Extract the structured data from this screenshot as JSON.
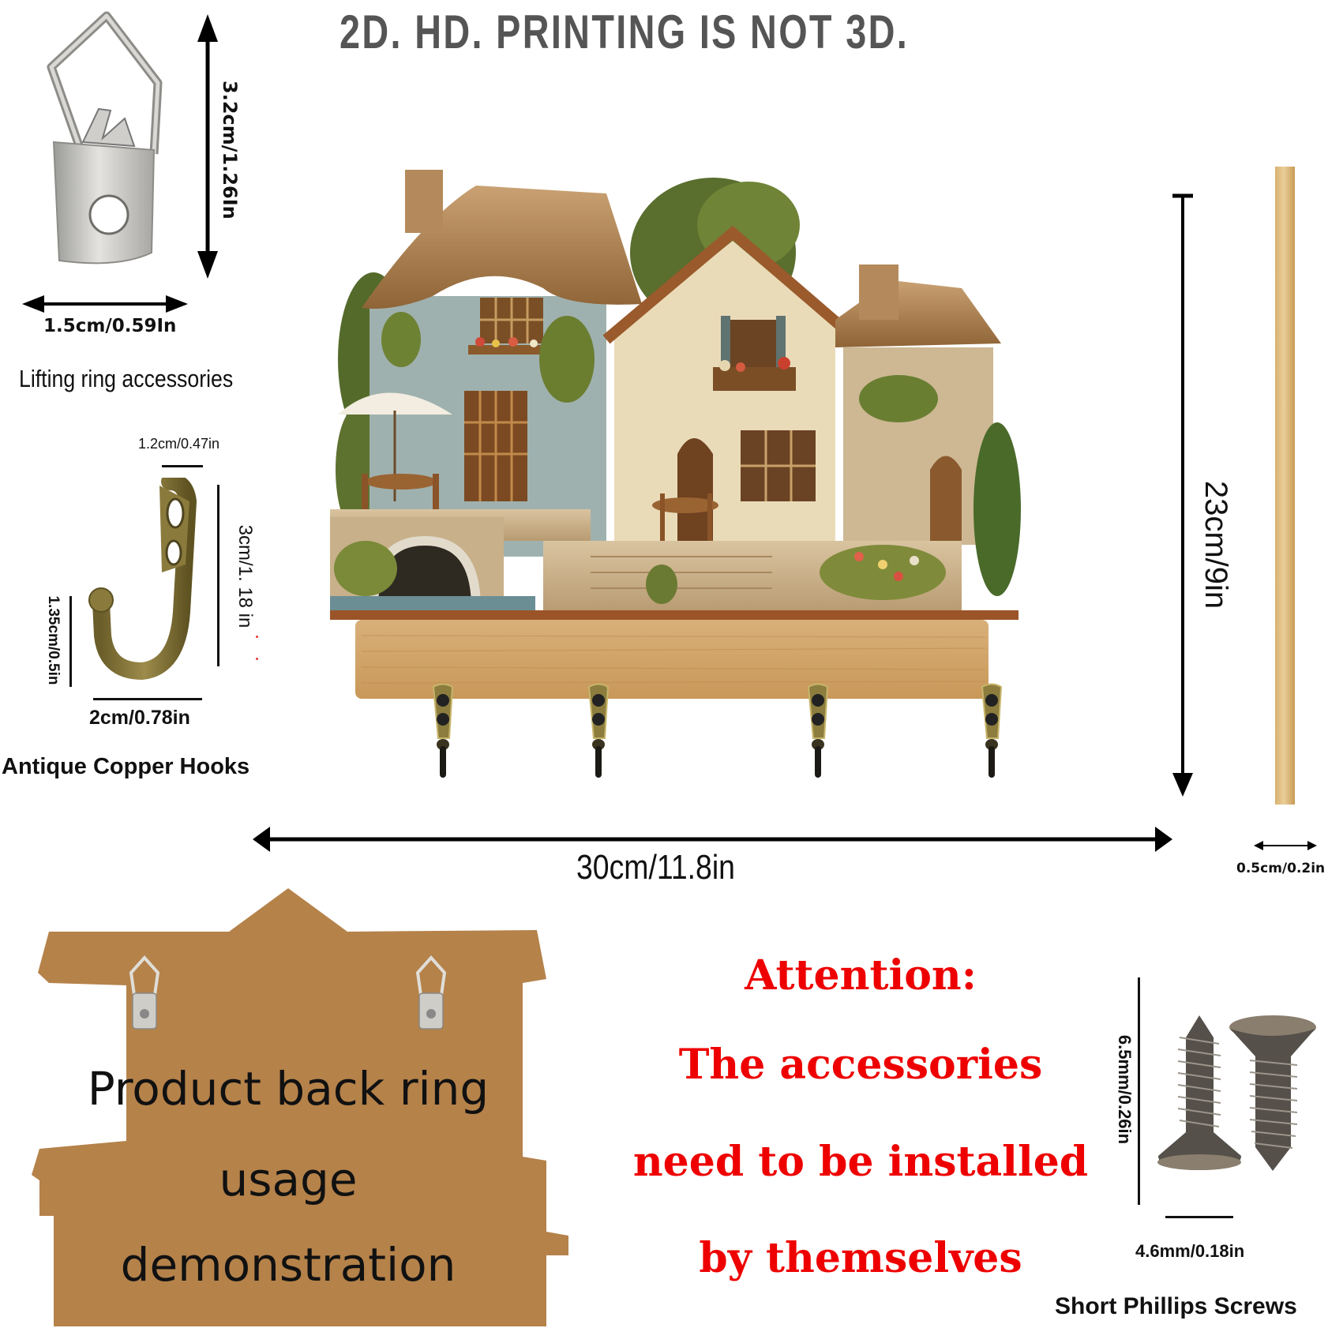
{
  "header": {
    "title": "2D. HD. PRINTING IS NOT 3D."
  },
  "lifting_ring": {
    "height_label": "3.2cm/1.26In",
    "width_label": "1.5cm/0.59In",
    "caption": "Lifting ring accessories",
    "icon": "d-ring-hanger-icon"
  },
  "copper_hook": {
    "top_width_label": "1.2cm/0.47in",
    "height_label": "3cm/1. 18 in",
    "hook_depth_label": "1.35cm/0.5in",
    "width_label": "2cm/0.78in",
    "caption": "Antique Copper Hooks",
    "icon": "j-hook-icon"
  },
  "product": {
    "description": "Thatched-roof cottage village scene key holder with wooden base",
    "hook_count": 4,
    "height_label": "23cm/9in",
    "width_label": "30cm/11.8in",
    "thickness_label": "0.5cm/0.2in"
  },
  "back_demo": {
    "line1": "Product back ring",
    "line2": "usage",
    "line3": "demonstration"
  },
  "attention": {
    "line1": "Attention:",
    "line2": "The accessories",
    "line3": "need to be installed",
    "line4": "by themselves"
  },
  "screws": {
    "height_label": "6.5mm/0.26in",
    "width_label": "4.6mm/0.18in",
    "caption": "Short Phillips Screws",
    "icon": "phillips-screw-icon"
  },
  "colors": {
    "title_gray": "#555555",
    "attention_red": "#ee0000",
    "silhouette_brown": "#b5824a",
    "wood": "#d6aa6e",
    "brass": "#8a7a3c"
  }
}
